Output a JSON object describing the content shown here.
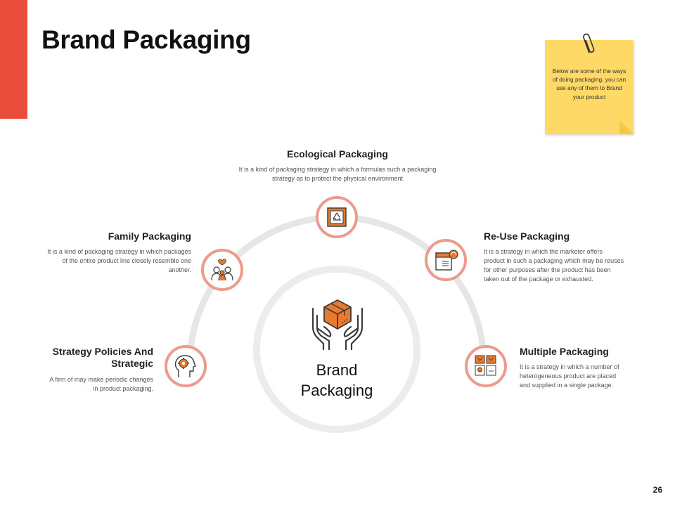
{
  "slide": {
    "title": "Brand Packaging",
    "page_number": "26",
    "accent_color": "#e94e3c"
  },
  "note": {
    "text": "Below are some of the ways of doing packaging, you can use any of them to Brand your product",
    "color": "#ffd966"
  },
  "center": {
    "title_line1": "Brand",
    "title_line2": "Packaging",
    "icon": "hands-holding-box-icon"
  },
  "nodes": {
    "ecological": {
      "heading": "Ecological Packaging",
      "description": "It is a kind of packaging strategy in which a formulas such a packaging strategy as to protect the physical environment",
      "icon": "recycle-box-icon"
    },
    "family": {
      "heading": "Family Packaging",
      "description": "It is a kind of packaging strategy in which packages of the entire product line closely resemble one another.",
      "icon": "family-icon"
    },
    "reuse": {
      "heading": "Re-Use Packaging",
      "description": "It is a strategy in which the marketer offers product in such a packaging which may be reuses for other purposes after the product has been taken out of the package or exhausted.",
      "icon": "reuse-box-icon"
    },
    "strategy": {
      "heading": "Strategy Policies And Strategic",
      "description": "A firm of may make periodic changes in product packaging.",
      "icon": "head-gear-icon"
    },
    "multiple": {
      "heading": "Multiple Packaging",
      "description": "It is a strategy in which a number of heterogeneous product are placed and supplied in a single package.",
      "icon": "multiple-boxes-icon"
    }
  },
  "colors": {
    "ring": "#e6e6e6",
    "node_border": "#ec9b8d",
    "icon_orange": "#e9792f",
    "icon_outline": "#3a3a3a"
  }
}
